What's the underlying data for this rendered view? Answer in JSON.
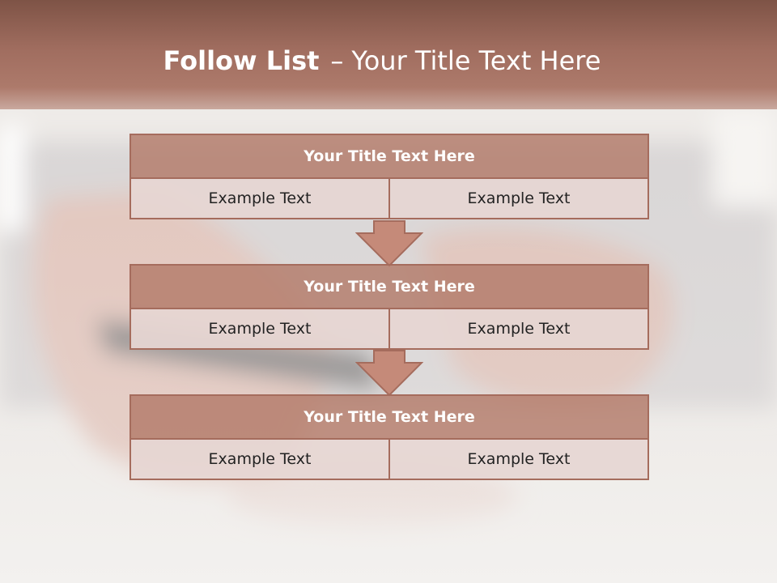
{
  "title": {
    "bold": "Follow List",
    "dash": "–",
    "rest": "Your Title Text Here"
  },
  "blocks": [
    {
      "title": "Your Title Text Here",
      "left": "Example Text",
      "right": "Example Text"
    },
    {
      "title": "Your Title Text Here",
      "left": "Example Text",
      "right": "Example Text"
    },
    {
      "title": "Your Title Text Here",
      "left": "Example Text",
      "right": "Example Text"
    }
  ],
  "colors": {
    "header": "#a06d5f",
    "block_title": "#b27867",
    "block_border": "#a56c5d",
    "cell": "#e6d6d2"
  }
}
